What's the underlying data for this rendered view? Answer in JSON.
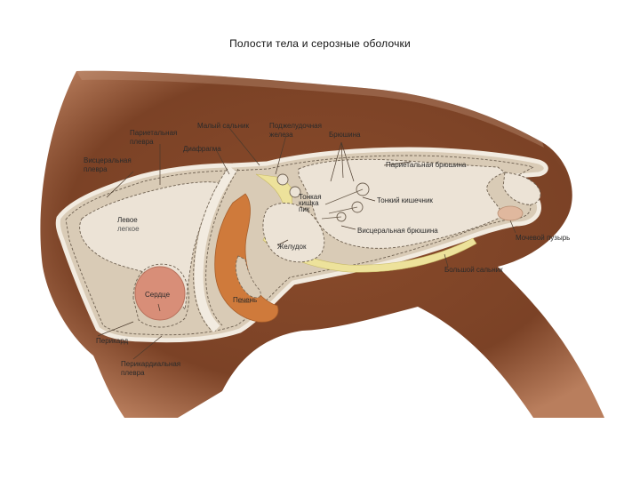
{
  "title": "Полости тела и серозные оболочки",
  "labels": {
    "parietal_pleura": [
      "Париетальная",
      "плевра"
    ],
    "visceral_pleura": [
      "Висцеральная",
      "плевра"
    ],
    "lesser_omentum": "Малый сальник",
    "diaphragm": "Диафрагма",
    "pancreas": [
      "Поджелудочная",
      "железа"
    ],
    "peritoneum": "Брюшина",
    "parietal_peritoneum": "Париетальная брюшина",
    "small_intestine": "Тонкий кишечник",
    "intestine_loops": [
      "Тонкая",
      "кишка",
      "пик"
    ],
    "left_lung": [
      "Левое",
      "легкое"
    ],
    "stomach": "Желудок",
    "visceral_peritoneum": "Висцеральная брюшина",
    "bladder": "Мочевой пузырь",
    "greater_omentum": "Большой сальник",
    "heart": "Сердце",
    "liver": "Печень",
    "pericardium": "Перикард",
    "pericardial_pleura": [
      "Перикардиальная",
      "плевра"
    ]
  },
  "colors": {
    "body": "#7b4226",
    "body_dark": "#5e3019",
    "cavity": "#d9cbb6",
    "membrane": "#f2ebe0",
    "organ_light": "#ece3d6",
    "liver": "#cf7a3b",
    "heart": "#d88e78",
    "pancreas": "#ede29b",
    "background": "#ffffff"
  }
}
